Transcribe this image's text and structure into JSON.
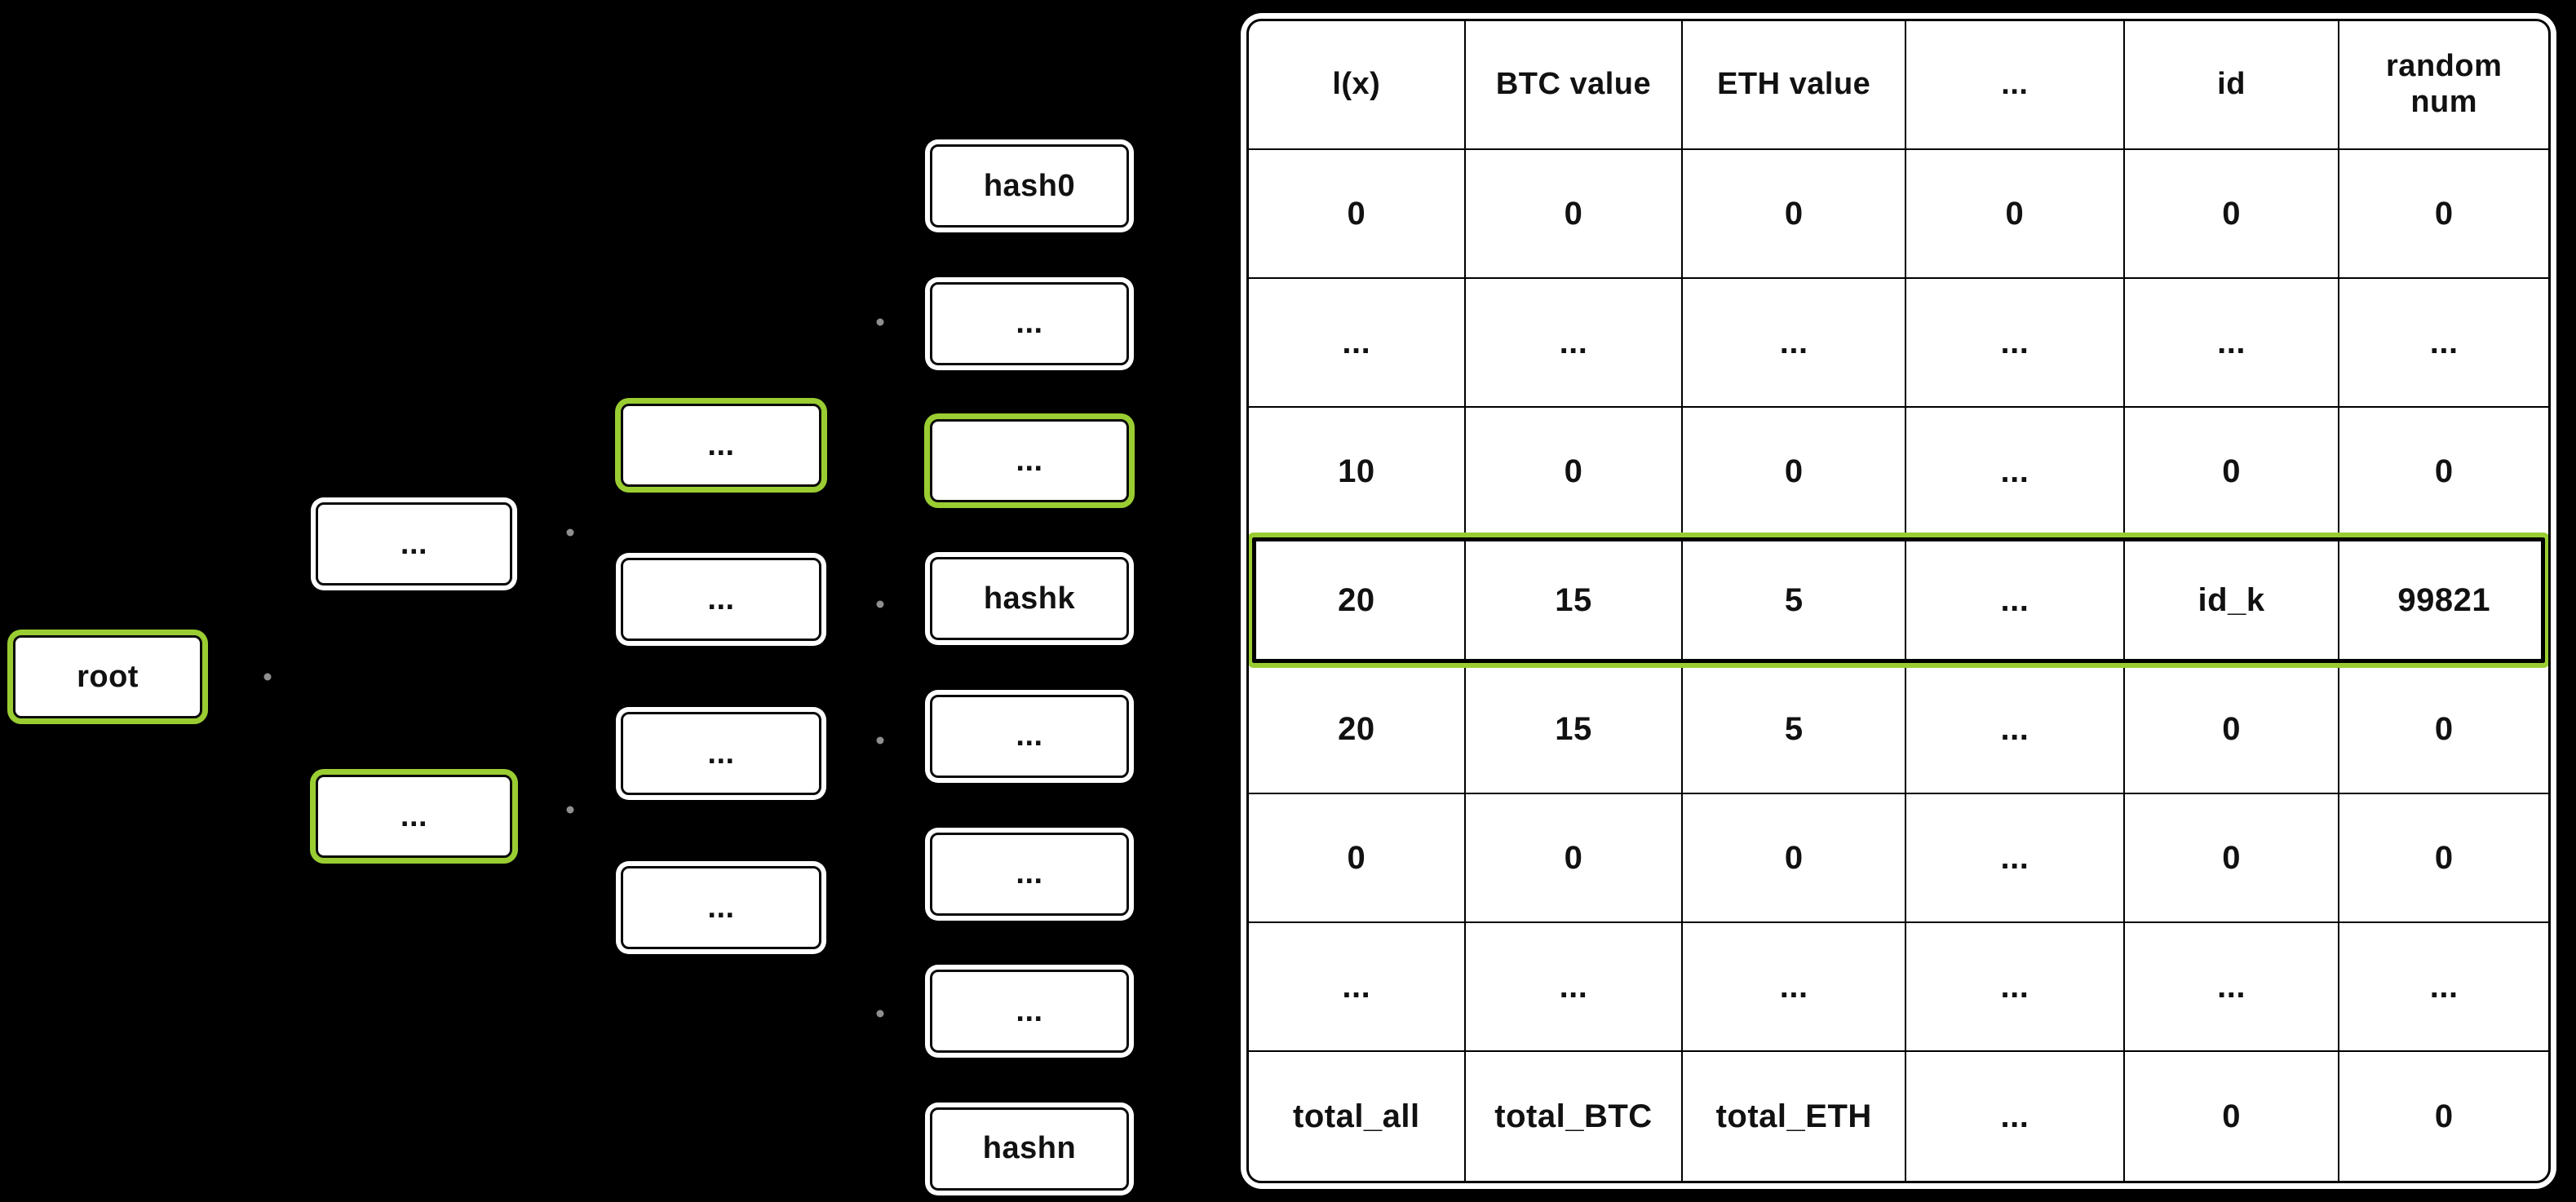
{
  "colors": {
    "background": "#000000",
    "node_fill": "#ffffff",
    "node_border": "#0a0a0a",
    "highlight_green": "#9acd32"
  },
  "tree": {
    "levels": [
      {
        "name": "root",
        "nodes": [
          {
            "label": "root",
            "highlighted": true
          }
        ]
      },
      {
        "name": "level2",
        "nodes": [
          {
            "label": "...",
            "highlighted": false
          },
          {
            "label": "...",
            "highlighted": true
          }
        ]
      },
      {
        "name": "level3",
        "nodes": [
          {
            "label": "...",
            "highlighted": true
          },
          {
            "label": "...",
            "highlighted": false
          },
          {
            "label": "...",
            "highlighted": false
          },
          {
            "label": "...",
            "highlighted": false
          }
        ]
      },
      {
        "name": "leaves",
        "nodes": [
          {
            "label": "hash0",
            "highlighted": false
          },
          {
            "label": "...",
            "highlighted": false
          },
          {
            "label": "...",
            "highlighted": true
          },
          {
            "label": "hashk",
            "highlighted": false
          },
          {
            "label": "...",
            "highlighted": false
          },
          {
            "label": "...",
            "highlighted": false
          },
          {
            "label": "...",
            "highlighted": false
          },
          {
            "label": "hashn",
            "highlighted": false
          }
        ]
      }
    ]
  },
  "table": {
    "headers": [
      "l(x)",
      "BTC value",
      "ETH value",
      "...",
      "id",
      "random\nnum"
    ],
    "rows": [
      {
        "highlighted": false,
        "cells": [
          "0",
          "0",
          "0",
          "0",
          "0",
          "0"
        ]
      },
      {
        "highlighted": false,
        "cells": [
          "...",
          "...",
          "...",
          "...",
          "...",
          "..."
        ]
      },
      {
        "highlighted": false,
        "cells": [
          "10",
          "0",
          "0",
          "...",
          "0",
          "0"
        ]
      },
      {
        "highlighted": true,
        "cells": [
          "20",
          "15",
          "5",
          "...",
          "id_k",
          "99821"
        ]
      },
      {
        "highlighted": false,
        "cells": [
          "20",
          "15",
          "5",
          "...",
          "0",
          "0"
        ]
      },
      {
        "highlighted": false,
        "cells": [
          "0",
          "0",
          "0",
          "...",
          "0",
          "0"
        ]
      },
      {
        "highlighted": false,
        "cells": [
          "...",
          "...",
          "...",
          "...",
          "...",
          "..."
        ]
      },
      {
        "highlighted": false,
        "cells": [
          "total_all",
          "total_BTC",
          "total_ETH",
          "...",
          "0",
          "0"
        ]
      }
    ]
  }
}
